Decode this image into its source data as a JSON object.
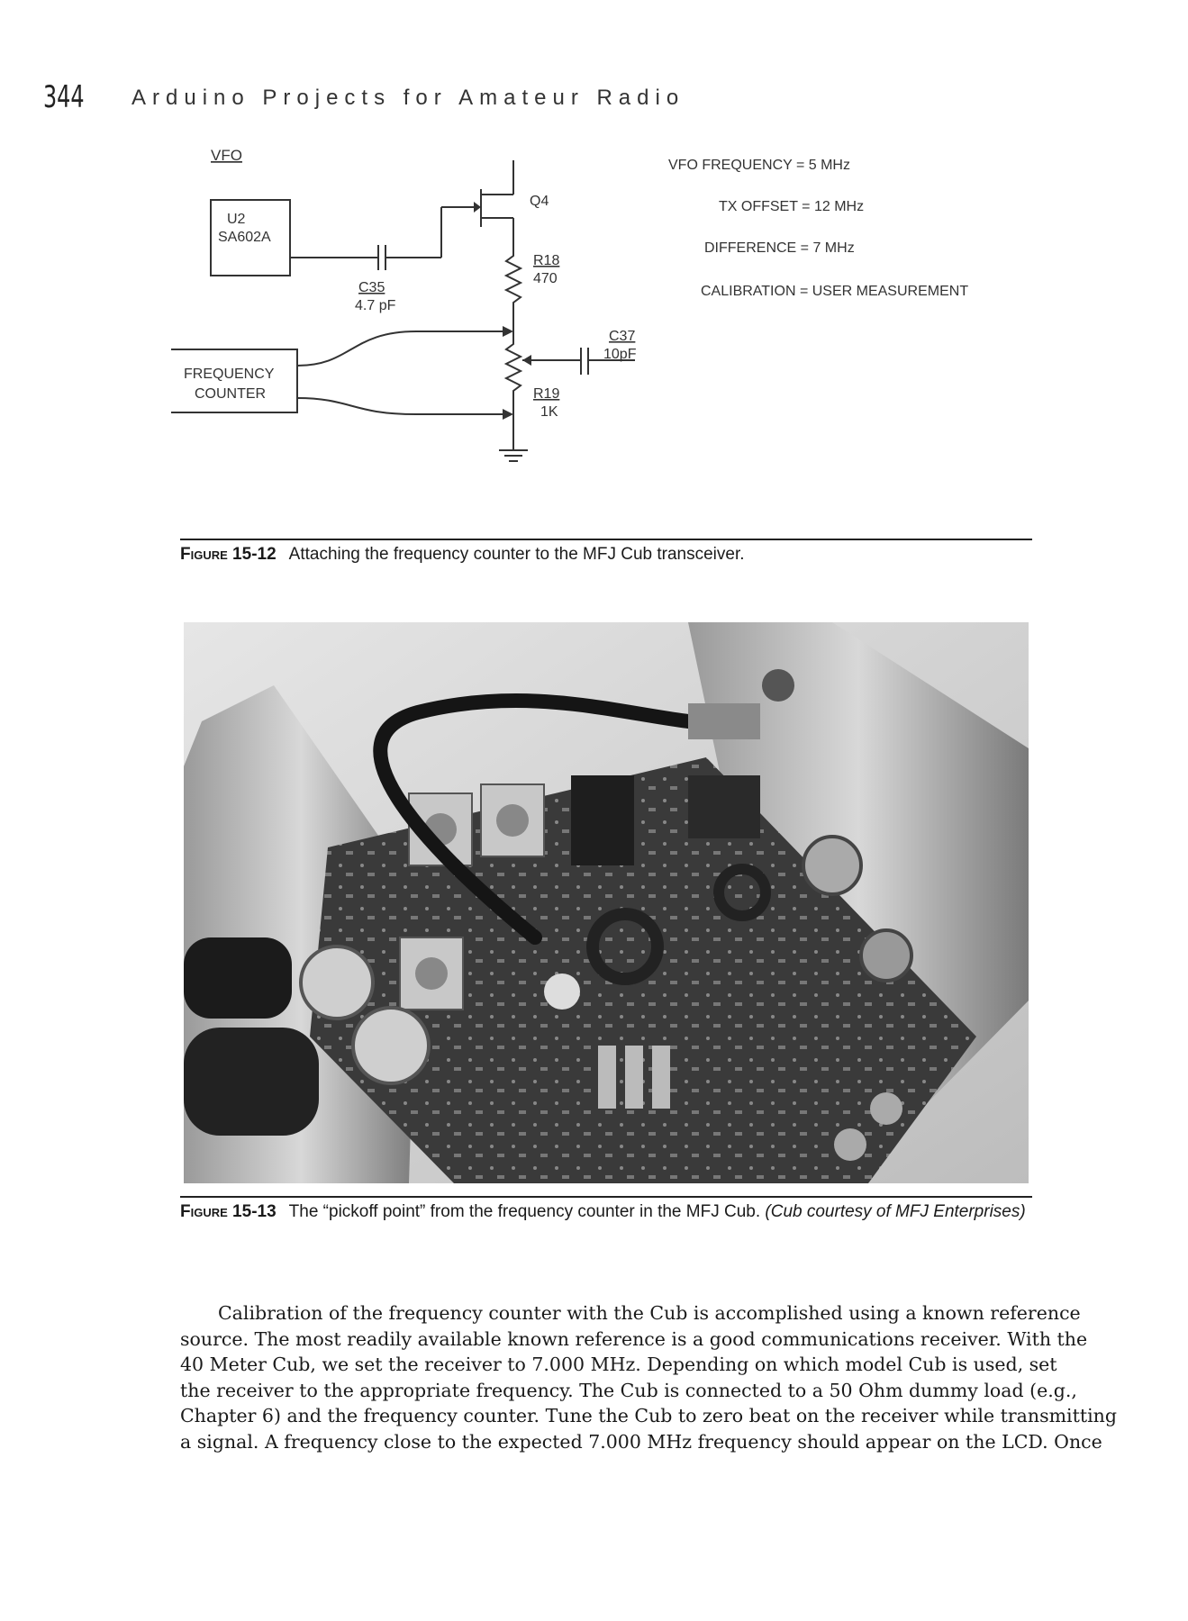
{
  "header": {
    "page_number": "344",
    "running_title": "Arduino Projects for Amateur Radio"
  },
  "figure_15_12": {
    "label": "Figure 15-12",
    "caption": "Attaching the frequency counter to the MFJ Cub transceiver.",
    "schematic": {
      "vfo_label": "VFO",
      "u2_ref": "U2",
      "u2_part": "SA602A",
      "q4": "Q4",
      "c35_ref": "C35",
      "c35_value": "4.7 pF",
      "r18_ref": "R18",
      "r18_value": "470",
      "r19_ref": "R19",
      "r19_value": "1K",
      "c37_ref": "C37",
      "c37_value": "10pF",
      "counter_line1": "FREQUENCY",
      "counter_line2": "COUNTER",
      "note_vfo": "VFO FREQUENCY = 5 MHz",
      "note_tx": "TX OFFSET = 12 MHz",
      "note_diff": "DIFFERENCE = 7 MHz",
      "note_cal": "CALIBRATION = USER MEASUREMENT"
    }
  },
  "figure_15_13": {
    "label": "Figure 15-13",
    "caption": "The “pickoff point” from the frequency counter in the MFJ Cub.",
    "credit": "(Cub courtesy of MFJ Enterprises)"
  },
  "body": {
    "lines": [
      "Calibration of the frequency counter with the Cub is accomplished using a known reference",
      "source. The most readily available known reference is a good communications receiver. With the",
      "40 Meter Cub, we set the receiver to 7.000 MHz. Depending on which model Cub is used, set",
      "the receiver to the appropriate frequency. The Cub is connected to a 50 Ohm dummy load (e.g.,",
      "Chapter 6) and the frequency counter. Tune the Cub to zero beat on the receiver while transmitting",
      "a signal. A frequency close to the expected 7.000 MHz frequency should appear on the LCD. Once"
    ]
  }
}
